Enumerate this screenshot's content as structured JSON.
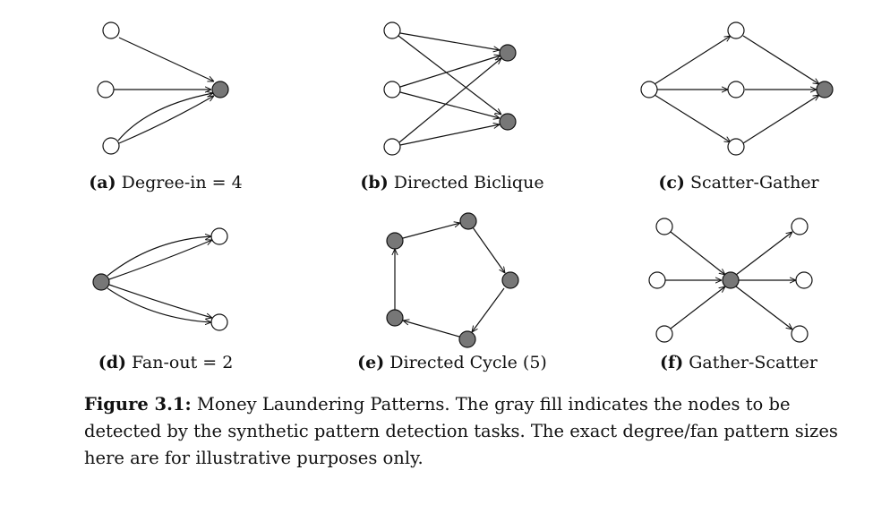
{
  "colors": {
    "highlight": "#777777",
    "plain": "#ffffff",
    "stroke": "#111111"
  },
  "panels": [
    {
      "id": "a",
      "tag": "(a)",
      "label": "Degree-in = 4"
    },
    {
      "id": "b",
      "tag": "(b)",
      "label": "Directed Biclique"
    },
    {
      "id": "c",
      "tag": "(c)",
      "label": "Scatter-Gather"
    },
    {
      "id": "d",
      "tag": "(d)",
      "label": "Fan-out = 2"
    },
    {
      "id": "e",
      "tag": "(e)",
      "label": "Directed Cycle (5)"
    },
    {
      "id": "f",
      "tag": "(f)",
      "label": "Gather-Scatter"
    }
  ],
  "figure_caption": {
    "tag": "Figure 3.1:",
    "text": "Money Laundering Patterns. The gray fill indicates the nodes to be detected by the synthetic pattern detection tasks. The exact degree/fan pattern sizes here are for illustrative purposes only."
  }
}
